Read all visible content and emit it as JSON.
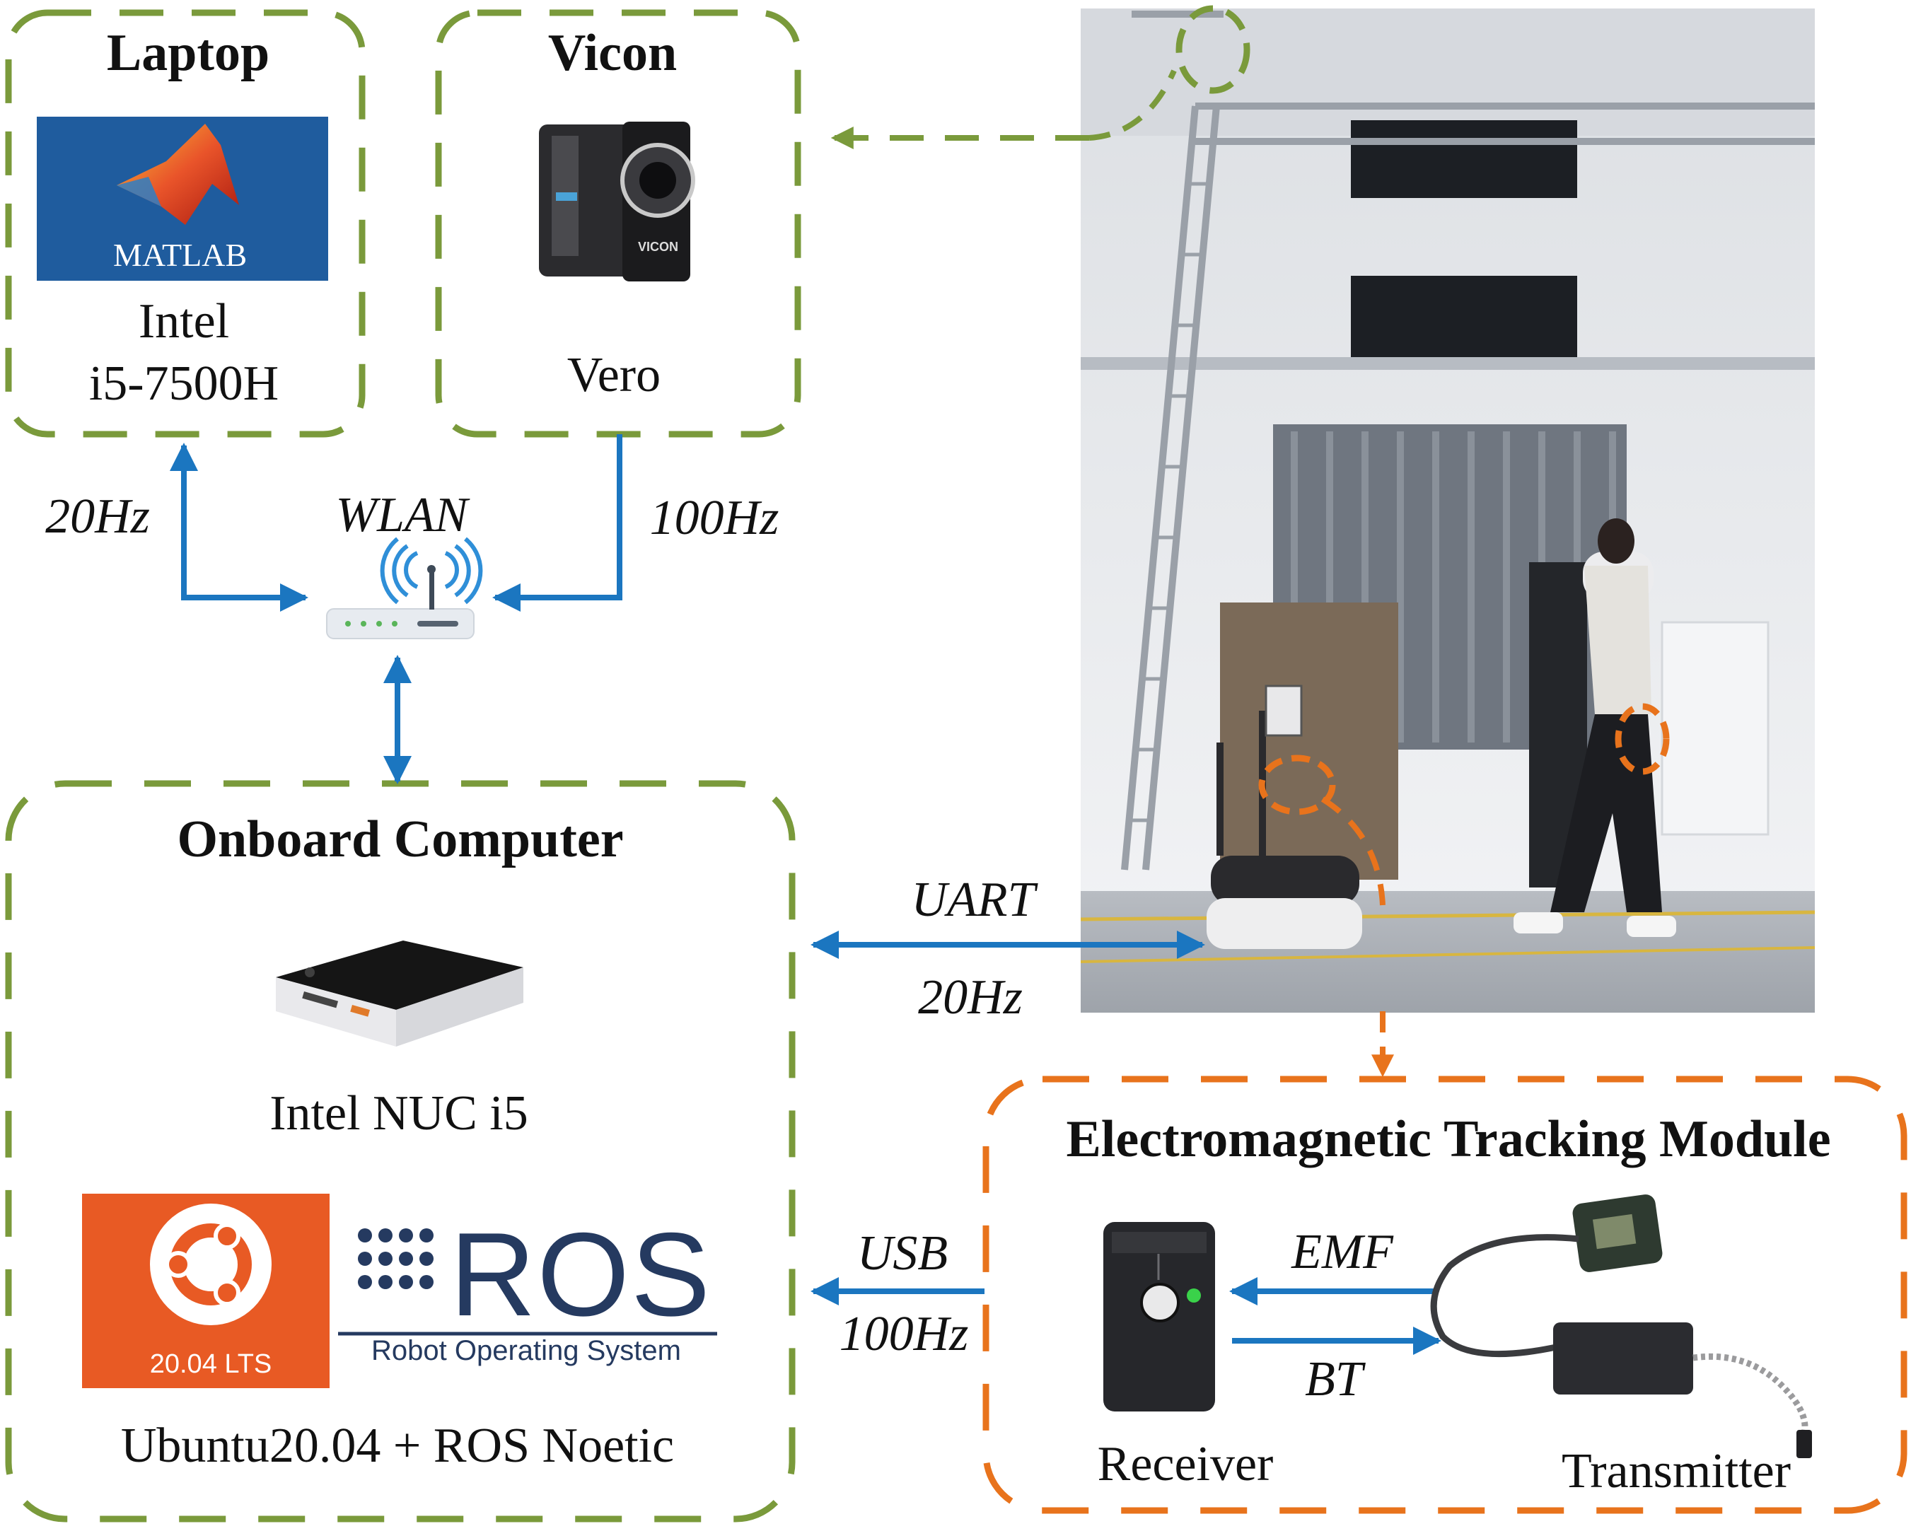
{
  "colors": {
    "green_dash": "#7a9a3b",
    "orange_dash": "#e8731c",
    "blue_arrow": "#1b76c0",
    "matlab_bg": "#1f5c9e",
    "ubuntu_orange": "#e85a24",
    "ros_navy": "#253a60"
  },
  "laptop": {
    "title": "Laptop",
    "logo_text": "MATLAB",
    "cpu_line1": "Intel",
    "cpu_line2": "i5-7500H"
  },
  "vicon": {
    "title": "Vicon",
    "camera_brand": "VICON",
    "model": "Vero"
  },
  "network": {
    "wlan_label": "WLAN",
    "laptop_rate": "20Hz",
    "vicon_rate": "100Hz"
  },
  "onboard": {
    "title": "Onboard Computer",
    "device": "Intel NUC i5",
    "ubuntu_badge": "20.04 LTS",
    "ros_logo": "ROS",
    "ros_subtitle": "Robot Operating System",
    "os": "Ubuntu20.04 + ROS Noetic"
  },
  "uart_link": {
    "protocol": "UART",
    "rate": "20Hz"
  },
  "usb_link": {
    "protocol": "USB",
    "rate": "100Hz"
  },
  "em_module": {
    "title": "Electromagnetic Tracking Module",
    "emf_label": "EMF",
    "bt_label": "BT",
    "receiver": "Receiver",
    "transmitter": "Transmitter"
  }
}
